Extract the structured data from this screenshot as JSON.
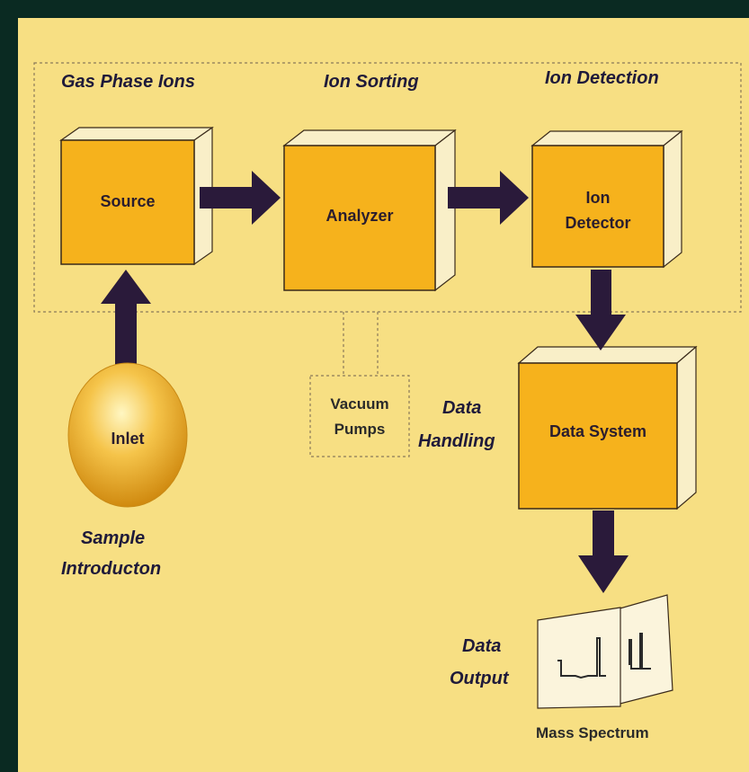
{
  "headers": {
    "gas_phase_ions": "Gas Phase Ions",
    "ion_sorting": "Ion Sorting",
    "ion_detection": "Ion Detection"
  },
  "boxes": {
    "source": "Source",
    "analyzer": "Analyzer",
    "ion_detector_line1": "Ion",
    "ion_detector_line2": "Detector",
    "data_system": "Data System"
  },
  "inlet": {
    "label": "Inlet"
  },
  "vacuum": {
    "line1": "Vacuum",
    "line2": "Pumps"
  },
  "data_handling": {
    "line1": "Data",
    "line2": "Handling"
  },
  "sample_intro": {
    "line1": "Sample",
    "line2": "Introducton"
  },
  "data_output": {
    "line1": "Data",
    "line2": "Output"
  },
  "mass_spectrum": {
    "label": "Mass Spectrum"
  },
  "colors": {
    "background": "#f7df83",
    "border": "#0a2a22",
    "box_front": "#f6b21c",
    "arrow": "#2a1a3a"
  }
}
